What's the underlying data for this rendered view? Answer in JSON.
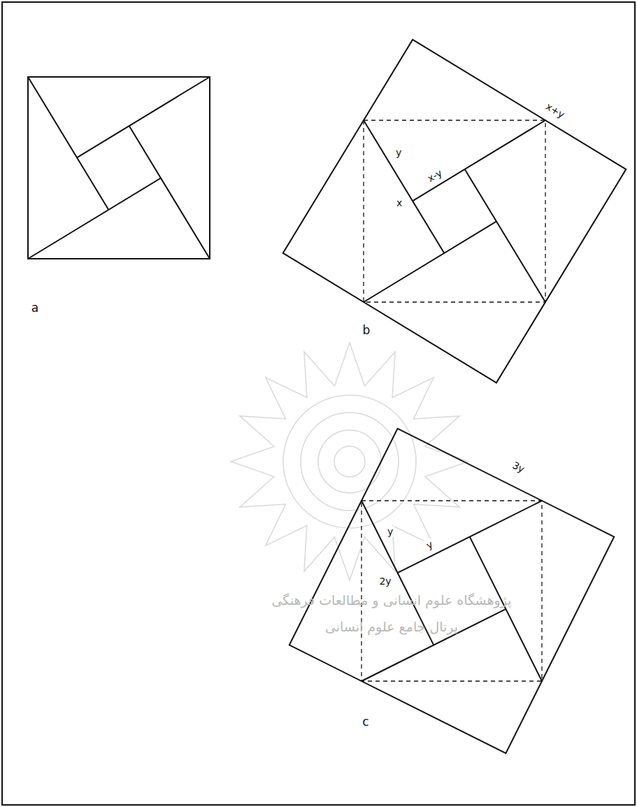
{
  "diagram": {
    "labels": [
      "a",
      "b",
      "x+y",
      "y",
      "x",
      "x-y",
      "c",
      "3y",
      "y",
      "2y",
      "y",
      "پژوهشگاه علوم انسانی و مطالعات فرهنگی",
      "پرتال جامع علوم انسانی"
    ]
  }
}
